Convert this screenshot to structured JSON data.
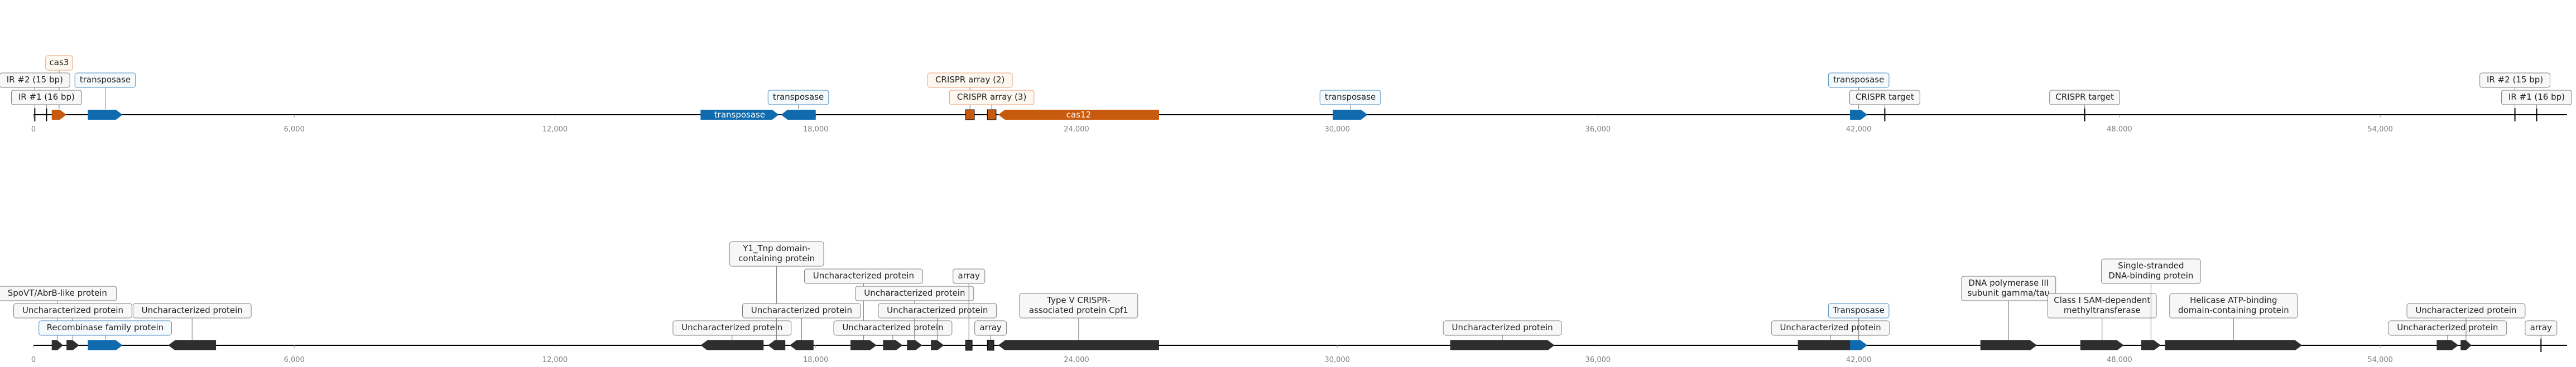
{
  "colors": {
    "orange": "#C85A0E",
    "blue": "#0F6BAE",
    "dark": "#2E2E2E",
    "line": "#000000",
    "label_orange_border": "#E8A07A",
    "label_blue_border": "#4C8DBF",
    "label_gray_border": "#7F7F7F",
    "tick_text": "#7F7F7F"
  },
  "axis": {
    "min": 0,
    "max": 58300,
    "ticks": [
      "0",
      "6,000",
      "12,000",
      "18,000",
      "24,000",
      "30,000",
      "36,000",
      "42,000",
      "48,000",
      "54,000"
    ],
    "tick_values": [
      0,
      6000,
      12000,
      18000,
      24000,
      30000,
      36000,
      42000,
      48000,
      54000
    ]
  },
  "tracks": [
    {
      "features": [
        {
          "kind": "arrow",
          "start": 420,
          "end": 760,
          "color": "orange",
          "label": "cas3",
          "level": 3
        },
        {
          "kind": "arrow",
          "start": 1250,
          "end": 2050,
          "color": "blue",
          "label": "transposase",
          "level": 2
        },
        {
          "kind": "arrow",
          "start": 15350,
          "end": 17150,
          "color": "blue",
          "label": "transposase",
          "inside": true
        },
        {
          "kind": "arrow",
          "start": 17200,
          "end": 18000,
          "color": "blue",
          "label": "transposase",
          "level": 1,
          "reverse": true
        },
        {
          "kind": "box",
          "start": 21450,
          "end": 21650,
          "color": "orange",
          "label": "CRISPR array (2)",
          "level": 2
        },
        {
          "kind": "box",
          "start": 21950,
          "end": 22150,
          "color": "orange",
          "label": "CRISPR array (3)",
          "level": 1
        },
        {
          "kind": "arrow",
          "start": 22200,
          "end": 25900,
          "color": "orange",
          "label": "cas12",
          "inside": true,
          "reverse": true
        },
        {
          "kind": "arrow",
          "start": 29900,
          "end": 30700,
          "color": "blue",
          "label": "transposase",
          "level": 1
        },
        {
          "kind": "arrow",
          "start": 41800,
          "end": 42200,
          "color": "blue",
          "label": "transposase",
          "level": 2
        },
        {
          "kind": "mark",
          "start": 42600,
          "label": "CRISPR target",
          "level": 1
        },
        {
          "kind": "mark",
          "start": 47200,
          "label": "CRISPR target",
          "level": 1
        },
        {
          "kind": "mark",
          "start": 57100,
          "label": "IR #2 (15 bp)",
          "level": 2
        },
        {
          "kind": "mark",
          "start": 57600,
          "label": "IR #1 (16 bp)",
          "level": 1
        },
        {
          "kind": "mark",
          "start": 30,
          "label": "IR #2 (15 bp)",
          "level": 2
        },
        {
          "kind": "mark",
          "start": 300,
          "label": "IR #1 (16 bp)",
          "level": 1
        }
      ]
    },
    {
      "features": [
        {
          "kind": "arrow",
          "start": 420,
          "end": 680,
          "color": "dark",
          "label": "SpoVT/AbrB-like protein",
          "level": 3
        },
        {
          "kind": "arrow",
          "start": 760,
          "end": 1050,
          "color": "dark",
          "label": "Uncharacterized protein",
          "level": 2
        },
        {
          "kind": "arrow",
          "start": 1250,
          "end": 2050,
          "color": "blue",
          "label": "Recombinase family protein",
          "level": 1
        },
        {
          "kind": "arrow",
          "start": 3100,
          "end": 4200,
          "color": "dark",
          "label": "Uncharacterized protein",
          "level": 2,
          "reverse": true
        },
        {
          "kind": "arrow",
          "start": 15350,
          "end": 16800,
          "color": "dark",
          "label": "Uncharacterized protein",
          "level": 1,
          "reverse": true
        },
        {
          "kind": "arrow",
          "start": 16900,
          "end": 17300,
          "color": "dark",
          "label": "Y1_Tnp domain-\ncontaining protein",
          "level": 5,
          "reverse": true
        },
        {
          "kind": "arrow",
          "start": 17400,
          "end": 17950,
          "color": "dark",
          "label": "Uncharacterized protein",
          "level": 2,
          "reverse": true
        },
        {
          "kind": "arrow",
          "start": 18800,
          "end": 19400,
          "color": "dark",
          "label": "Uncharacterized protein",
          "level": 4
        },
        {
          "kind": "arrow",
          "start": 19550,
          "end": 20000,
          "color": "dark",
          "label": "Uncharacterized protein",
          "level": 1
        },
        {
          "kind": "arrow",
          "start": 20100,
          "end": 20450,
          "color": "dark",
          "label": "Uncharacterized protein",
          "level": 3
        },
        {
          "kind": "arrow",
          "start": 20650,
          "end": 20950,
          "color": "dark",
          "label": "Uncharacterized protein",
          "level": 2
        },
        {
          "kind": "box",
          "start": 21450,
          "end": 21600,
          "color": "dark",
          "label": "array",
          "level": 4
        },
        {
          "kind": "box",
          "start": 21950,
          "end": 22100,
          "color": "dark",
          "label": "array",
          "level": 1
        },
        {
          "kind": "arrow",
          "start": 22200,
          "end": 25900,
          "color": "dark",
          "label": "Type V CRISPR-\nassociated protein Cpf1",
          "level": 2,
          "reverse": true
        },
        {
          "kind": "arrow",
          "start": 32600,
          "end": 35000,
          "color": "dark",
          "label": "Uncharacterized protein",
          "level": 1
        },
        {
          "kind": "arrow",
          "start": 40600,
          "end": 42100,
          "color": "dark",
          "label": "Uncharacterized protein",
          "level": 1
        },
        {
          "kind": "arrow",
          "start": 41800,
          "end": 42200,
          "color": "blue",
          "label": "Transposase",
          "level": 2
        },
        {
          "kind": "arrow",
          "start": 44800,
          "end": 46100,
          "color": "dark",
          "label": "DNA polymerase III\nsubunit gamma/tau",
          "level": 3
        },
        {
          "kind": "arrow",
          "start": 47100,
          "end": 48100,
          "color": "dark",
          "label": "Class I SAM-dependent\nmethyltransferase",
          "level": 2
        },
        {
          "kind": "arrow",
          "start": 48500,
          "end": 48950,
          "color": "dark",
          "label": "Single-stranded\nDNA-binding protein",
          "level": 4
        },
        {
          "kind": "arrow",
          "start": 49050,
          "end": 52200,
          "color": "dark",
          "label": "Helicase ATP-binding\ndomain-containing protein",
          "level": 2
        },
        {
          "kind": "arrow",
          "start": 55300,
          "end": 55800,
          "color": "dark",
          "label": "Uncharacterized protein",
          "level": 1
        },
        {
          "kind": "arrow",
          "start": 55850,
          "end": 56100,
          "color": "dark",
          "label": "Uncharacterized protein",
          "level": 2
        },
        {
          "kind": "mark",
          "start": 57700,
          "label": "array",
          "level": 1
        }
      ]
    }
  ]
}
